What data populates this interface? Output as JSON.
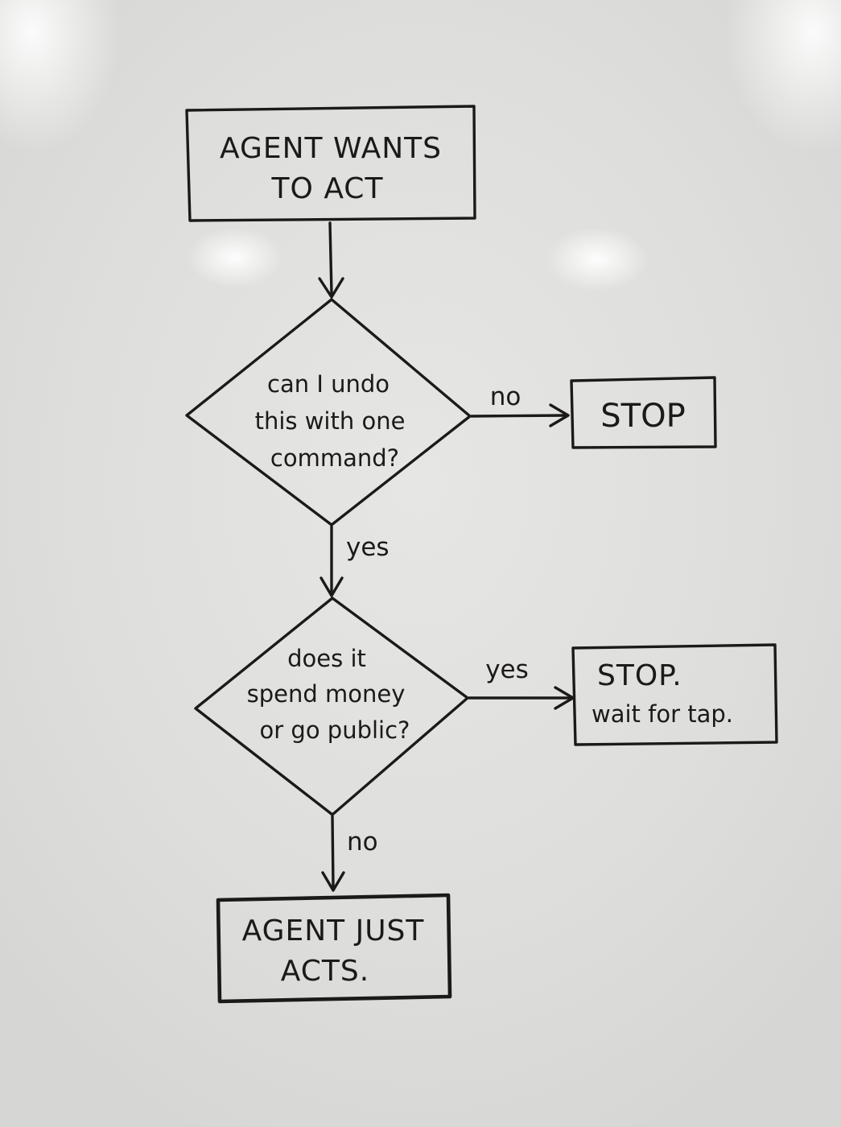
{
  "nodes": {
    "start": {
      "lines": [
        "AGENT WANTS",
        "TO ACT"
      ]
    },
    "decision_undo": {
      "lines": [
        "can I undo",
        "this with one",
        "command?"
      ]
    },
    "stop_1": {
      "lines": [
        "STOP"
      ]
    },
    "decision_money": {
      "lines": [
        "does it",
        "spend money",
        "or go public?"
      ]
    },
    "stop_2": {
      "lines": [
        "STOP.",
        "wait for tap."
      ]
    },
    "end": {
      "lines": [
        "AGENT JUST",
        "ACTS."
      ]
    }
  },
  "edges": {
    "undo_no": "no",
    "undo_yes": "yes",
    "money_yes": "yes",
    "money_no": "no"
  },
  "colors": {
    "ink": "#1c1a19",
    "board": "#e2e2e0"
  }
}
